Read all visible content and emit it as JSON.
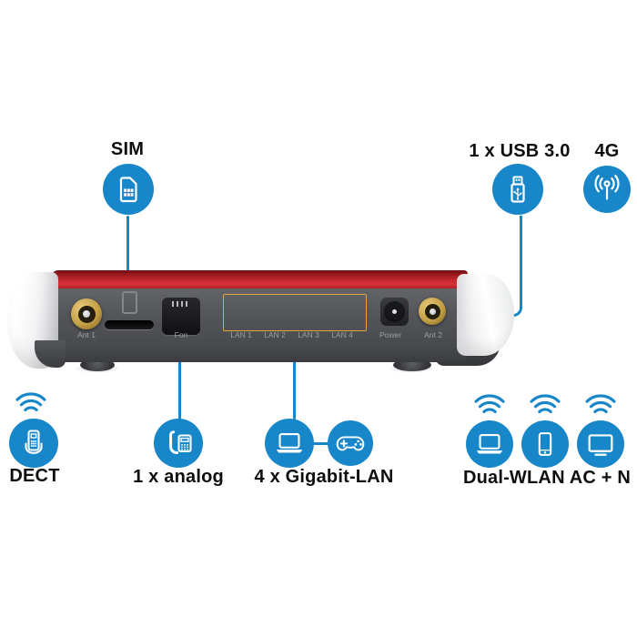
{
  "callouts": {
    "sim": {
      "label": "SIM",
      "icon": "sim-card-icon"
    },
    "usb": {
      "label": "1 x USB 3.0",
      "icon": "usb-stick-icon"
    },
    "four_g": {
      "label": "4G",
      "icon": "cellular-antenna-icon"
    },
    "dect": {
      "label": "DECT",
      "icon": "cordless-phone-icon"
    },
    "analog": {
      "label": "1 x analog",
      "icon": "desk-phone-icon"
    },
    "gigabit_lan": {
      "label": "4 x Gigabit-LAN",
      "icons": [
        "laptop-icon",
        "gamepad-icon"
      ]
    },
    "dual_wlan": {
      "label": "Dual-WLAN AC + N",
      "icons": [
        "laptop-icon",
        "smartphone-icon",
        "tv-icon"
      ]
    }
  },
  "router": {
    "port_labels": [
      "Ant 1",
      "Fon",
      "LAN 1",
      "LAN 2",
      "LAN 3",
      "LAN 4",
      "Power",
      "Ant 2"
    ]
  },
  "colors": {
    "accent_blue": "#1787c9",
    "router_red": "#c3282e",
    "router_body_gray": "#54565b",
    "lan_port_orange": "#e9ae43",
    "antenna_gold": "#c4a047",
    "port_label_gray": "#9b9ea3",
    "label_black": "#0d0e10"
  }
}
